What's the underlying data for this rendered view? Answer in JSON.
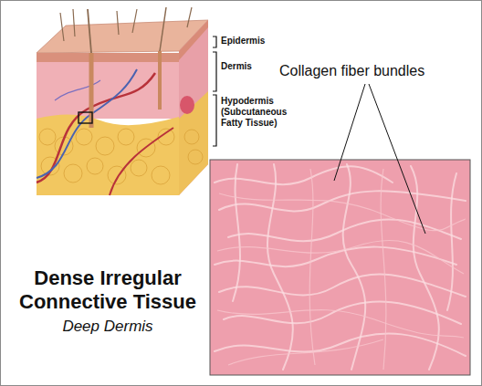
{
  "diagram": {
    "title": "Dense Irregular Connective Tissue",
    "caption": "Deep Dermis",
    "labels": [
      "Epidermis",
      "Dermis",
      "Hypodermis (Subcutaneous Fatty Tissue)",
      "Collagen fiber bundles"
    ]
  }
}
